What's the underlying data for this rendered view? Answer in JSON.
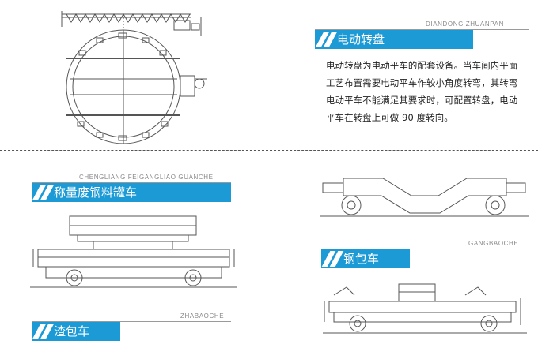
{
  "colors": {
    "accent": "#1b9ad6",
    "line": "#9a9a9a",
    "text": "#222222",
    "pinyin": "#8a8a8a"
  },
  "sections": {
    "turntable": {
      "pinyin": "DIANDONG ZHUANPAN",
      "title": "电动转盘",
      "description": "电动转盘为电动平车的配套设备。当车间内平面工艺布置需要电动平车作较小角度转弯，其转弯电动平车不能满足其要求时，可配置转盘，电动平车在转盘上可做 90 度转向。"
    },
    "scrap_car": {
      "pinyin": "CHENGLIANG FEIGANGLIAO GUANCHE",
      "title": "称量废钢料罐车"
    },
    "ladle_car": {
      "pinyin": "GANGBAOCHE",
      "title": "钢包车"
    },
    "slag_car": {
      "pinyin": "ZHABAOCHE",
      "title": "渣包车"
    }
  }
}
